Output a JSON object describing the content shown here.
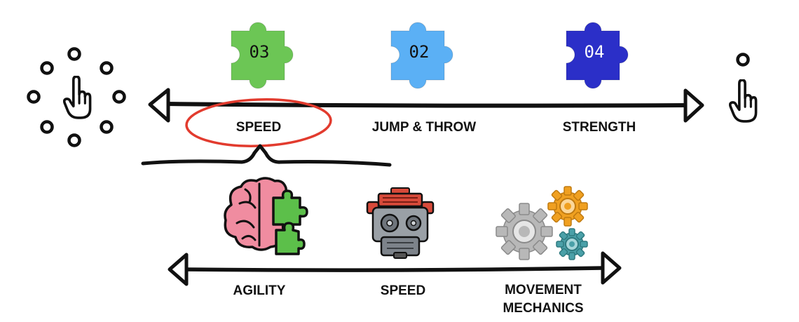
{
  "top_row": {
    "pieces": [
      {
        "number": "03",
        "color": "#6cc655",
        "text_color": "#111111",
        "label": "SPEED",
        "selected": true
      },
      {
        "number": "02",
        "color": "#5bb0f5",
        "text_color": "#111111",
        "label": "JUMP & THROW",
        "selected": false
      },
      {
        "number": "04",
        "color": "#2b2fc8",
        "text_color": "#ffffff",
        "label": "STRENGTH",
        "selected": false
      }
    ]
  },
  "bottom_row": {
    "items": [
      {
        "label": "AGILITY",
        "icon": "brain-puzzle-icon"
      },
      {
        "label": "SPEED",
        "icon": "engine-icon"
      },
      {
        "label": "MOVEMENT MECHANICS",
        "label_line1": "MOVEMENT",
        "label_line2": "MECHANICS",
        "icon": "gears-icon"
      }
    ]
  },
  "colors": {
    "highlight": "#e23b2e",
    "stroke": "#111111",
    "brain": "#f08ca0",
    "brain_puzzle": "#5cbf4a",
    "gear_orange": "#f0a020",
    "gear_gray": "#b8b8b8",
    "gear_teal": "#4aa0a8",
    "engine_red": "#d84a3a",
    "engine_gray": "#8a8f96"
  }
}
